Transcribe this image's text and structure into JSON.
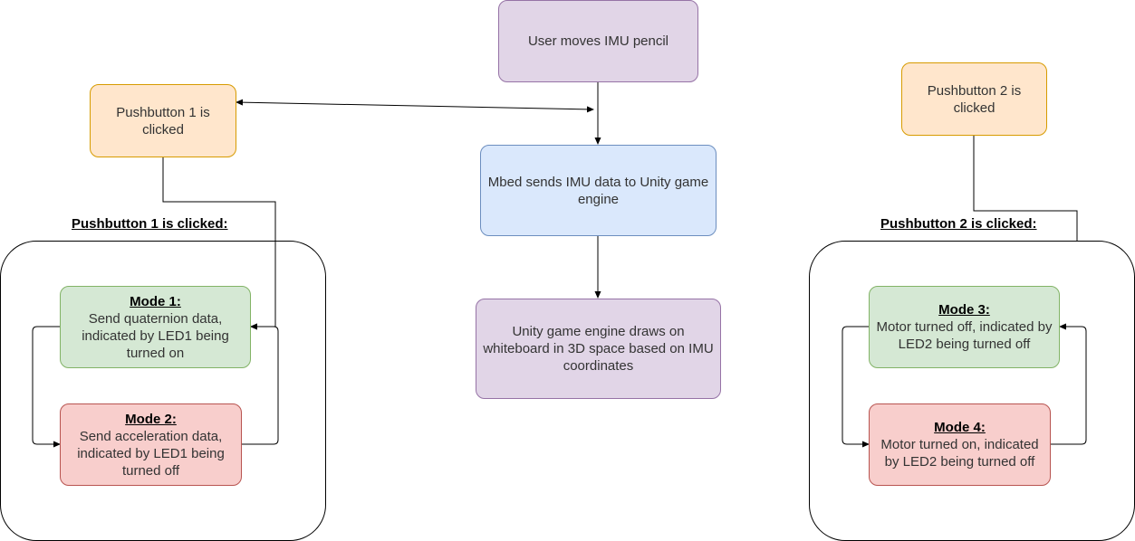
{
  "nodes": {
    "user_moves": "User moves IMU pencil",
    "pushbutton1": "Pushbutton 1 is clicked",
    "pushbutton2": "Pushbutton 2 is clicked",
    "mbed_sends": "Mbed sends IMU data to Unity game engine",
    "unity_draws": "Unity game engine draws on whiteboard in 3D space based on IMU coordinates"
  },
  "groups": {
    "left_title": "Pushbutton 1 is clicked:",
    "right_title": "Pushbutton 2 is clicked:"
  },
  "modes": {
    "mode1": {
      "title": "Mode 1:",
      "text": "Send quaternion data, indicated by LED1 being turned on"
    },
    "mode2": {
      "title": "Mode 2:",
      "text": "Send acceleration data, indicated by LED1 being turned off"
    },
    "mode3": {
      "title": "Mode 3:",
      "text": "Motor turned off, indicated by LED2 being turned off"
    },
    "mode4": {
      "title": "Mode 4:",
      "text": "Motor turned on, indicated by LED2 being turned off"
    }
  },
  "colors": {
    "purple_fill": "#e1d5e7",
    "blue_fill": "#dae8fc",
    "orange_fill": "#ffe6cc",
    "green_fill": "#d5e8d4",
    "red_fill": "#f8cecc",
    "edge": "#000000"
  }
}
